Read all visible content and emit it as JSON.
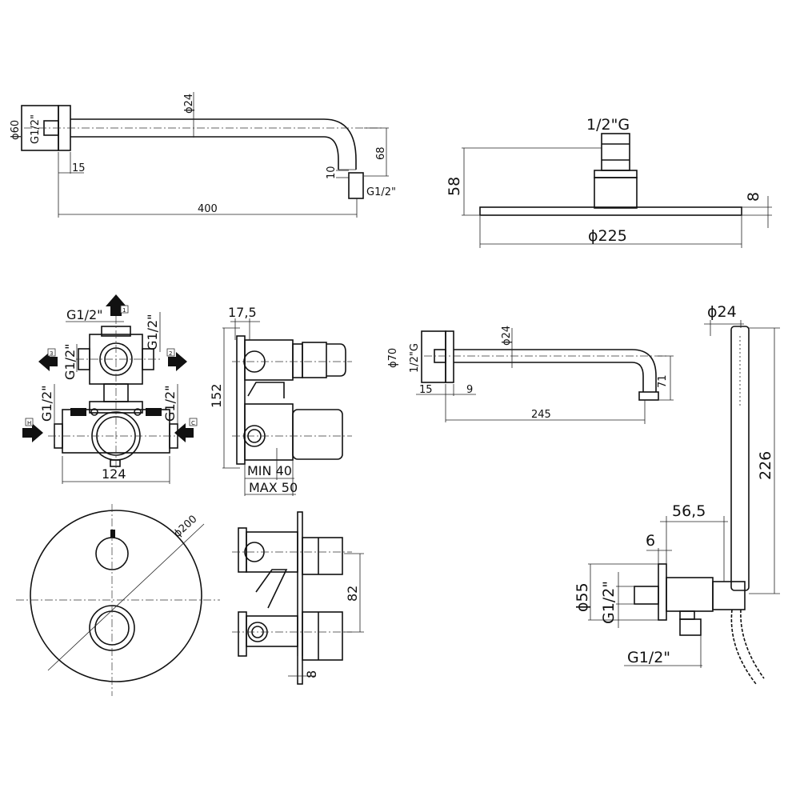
{
  "shower_arm_400": {
    "flange_dia": "ϕ60",
    "flange_thread": "G1/2\"",
    "pipe_dia": "ϕ24",
    "flange_depth": "15",
    "drop": "68",
    "outlet_len": "10",
    "outlet_thread": "G1/2\"",
    "length": "400"
  },
  "shower_head": {
    "thread": "1/2\"G",
    "height": "58",
    "thickness": "8",
    "diameter": "ϕ225"
  },
  "valve_front": {
    "top_thread": "G1/2\"",
    "port_right_thread": "G1/2\"",
    "port_left_thread": "G1/2\"",
    "hot_thread": "G1/2\"",
    "cold_thread": "G1/2\"",
    "width": "124",
    "port_1": "1",
    "port_2": "2",
    "port_3": "3",
    "port_hot": "H",
    "port_cold": "C"
  },
  "valve_side": {
    "offset": "17,5",
    "height": "152",
    "min_depth": "MIN 40",
    "max_depth": "MAX 50"
  },
  "spout": {
    "flange_dia": "ϕ70",
    "thread": "1/2\"G",
    "pipe_dia": "ϕ24",
    "flange_depth": "15",
    "plate": "9",
    "length": "245",
    "drop": "71"
  },
  "hand_shower": {
    "dia": "ϕ24",
    "length": "226",
    "projection": "56,5",
    "plate": "6",
    "flange_dia": "ϕ55",
    "inlet_thread": "G1/2\"",
    "outlet_thread": "G1/2\""
  },
  "trim_plate": {
    "diameter": "ϕ200",
    "depth": "82",
    "plate_thickness": "8"
  }
}
